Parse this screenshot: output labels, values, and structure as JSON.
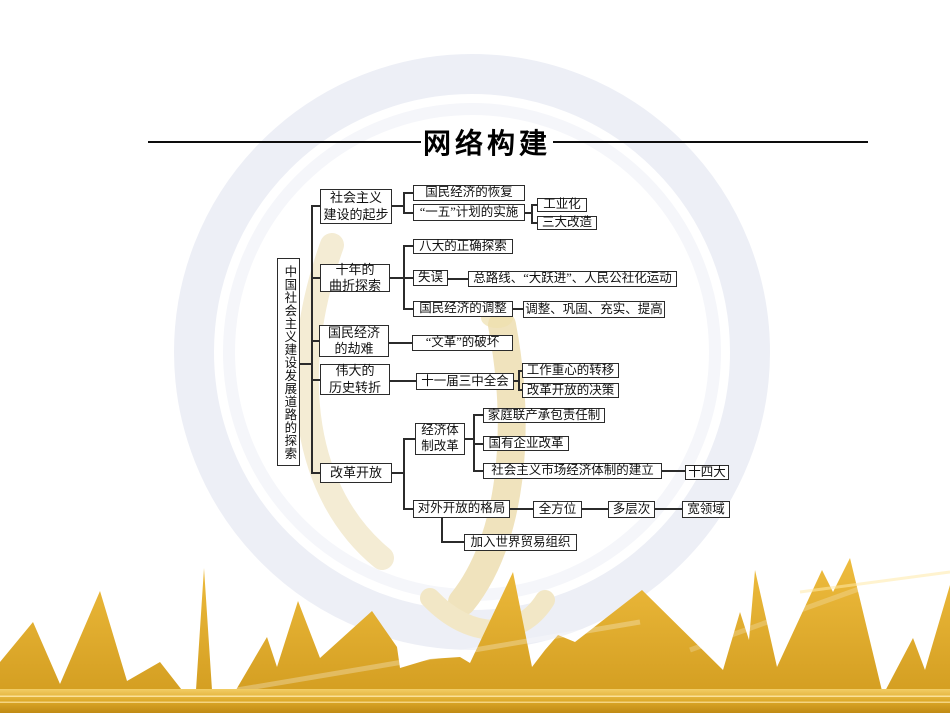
{
  "title": "网络构建",
  "tree": {
    "root": "中国社会主义建设发展道路的探索",
    "branches": [
      {
        "label": "社会主义\n建设的起步",
        "children": [
          {
            "label": "国民经济的恢复"
          },
          {
            "label": "“一五”计划的实施",
            "children": [
              {
                "label": "工业化"
              },
              {
                "label": "三大改造"
              }
            ]
          }
        ]
      },
      {
        "label": "十年的\n曲折探索",
        "children": [
          {
            "label": "八大的正确探索"
          },
          {
            "label": "失误",
            "children": [
              {
                "label": "总路线、“大跃进”、人民公社化运动"
              }
            ]
          },
          {
            "label": "国民经济的调整",
            "children": [
              {
                "label": "调整、巩固、充实、提高"
              }
            ]
          }
        ]
      },
      {
        "label": "国民经济\n的劫难",
        "children": [
          {
            "label": "“文革”的破坏"
          }
        ]
      },
      {
        "label": "伟大的\n历史转折",
        "children": [
          {
            "label": "十一届三中全会",
            "children": [
              {
                "label": "工作重心的转移"
              },
              {
                "label": "改革开放的决策"
              }
            ]
          }
        ]
      },
      {
        "label": "改革开放",
        "children": [
          {
            "label": "经济体\n制改革",
            "children": [
              {
                "label": "家庭联产承包责任制"
              },
              {
                "label": "国有企业改革"
              },
              {
                "label": "社会主义市场经济体制的建立",
                "children": [
                  {
                    "label": "十四大"
                  }
                ]
              }
            ]
          },
          {
            "label": "对外开放的格局",
            "children": [
              {
                "label": "全方位",
                "children": [
                  {
                    "label": "多层次",
                    "children": [
                      {
                        "label": "宽领域"
                      }
                    ]
                  }
                ]
              },
              {
                "label": "加入世界贸易组织"
              }
            ]
          }
        ]
      }
    ]
  },
  "decor": {
    "accent_gold": "#d8a125",
    "gold_light": "#f0ce6a",
    "line_color": "#2b2b2b",
    "watermark_tint": "#eef0f7"
  }
}
